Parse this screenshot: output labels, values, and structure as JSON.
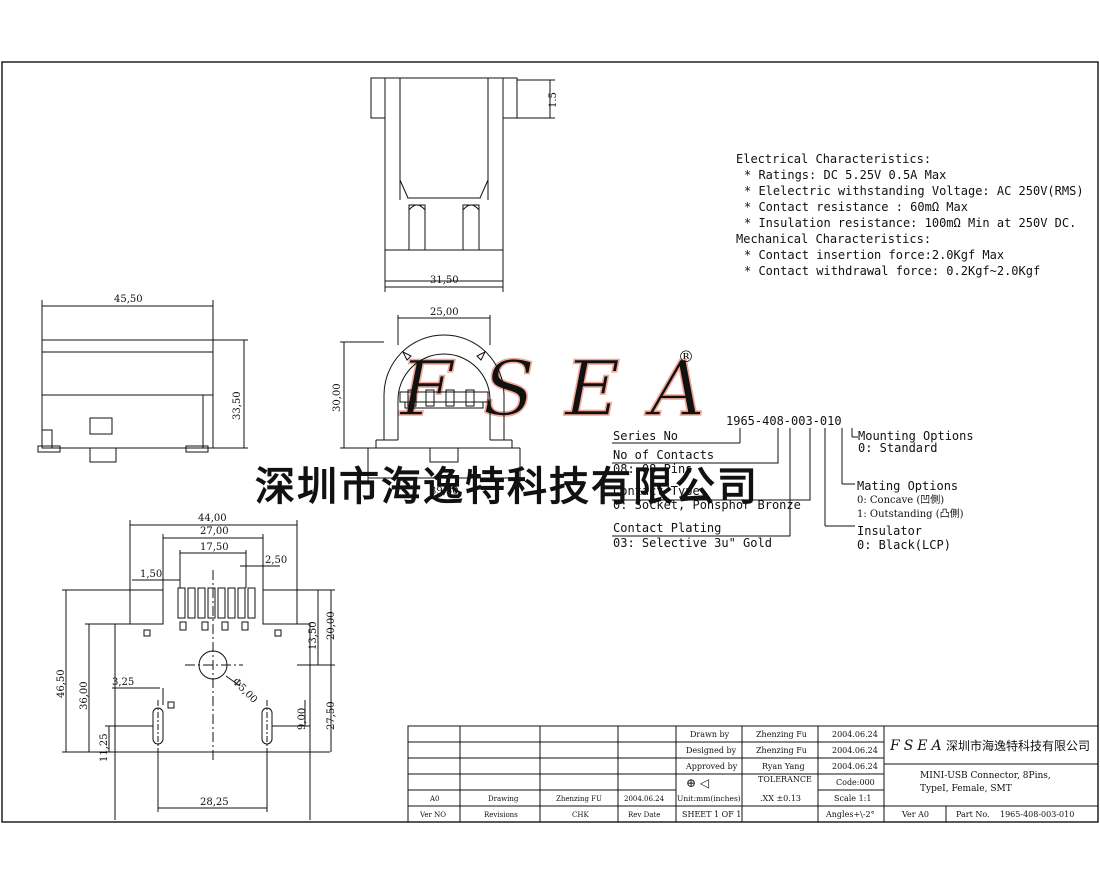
{
  "watermark": {
    "logo": "FSEA",
    "company_cn": "深圳市海逸特科技有限公司",
    "color": "#f4b8a8",
    "cn_color": "#b8cfe6"
  },
  "dimensions": {
    "top_15": "1.5",
    "top_3150": "31,50",
    "side_4550": "45,50",
    "side_3350": "33,50",
    "front_2500": "25,00",
    "front_3000": "30,00",
    "front_3950": "39,50",
    "pcb_4400": "44,00",
    "pcb_2700": "27,00",
    "pcb_1750": "17,50",
    "pcb_250": "2,50",
    "pcb_150": "1,50",
    "pcb_1350": "13,50",
    "pcb_2000": "20,00",
    "pcb_4650": "46,50",
    "pcb_3600": "36,00",
    "pcb_325": "3,25",
    "pcb_phi": "Φ5,00",
    "pcb_900": "9,00",
    "pcb_2750": "27,50",
    "pcb_1125": "11,25",
    "pcb_2825": "28,25"
  },
  "specs": {
    "electrical_title": "Electrical Characteristics:",
    "electrical": [
      "* Ratings: DC 5.25V 0.5A Max",
      "* Elelectric withstanding Voltage: AC 250V(RMS)",
      "* Contact resistance : 60mΩ  Max",
      "* Insulation resistance: 100mΩ  Min at 250V DC."
    ],
    "mechanical_title": "Mechanical Characteristics:",
    "mechanical": [
      "* Contact insertion force:2.0Kgf Max",
      "* Contact withdrawal force: 0.2Kgf~2.0Kgf"
    ]
  },
  "part_code": {
    "code": "1965-408-003-010",
    "series_no": "Series No",
    "contacts_title": "No of Contacts",
    "contacts_val": "08: 08 Pins",
    "contact_type_title": "Contact Type",
    "contact_type_val": "0: Socket, Pohsphor Bronze",
    "plating_title": "Contact Plating",
    "plating_val": "03: Selective 3u\" Gold",
    "mounting_title": "Mounting Options",
    "mounting_val": "0: Standard",
    "mating_title": "Mating Options",
    "mating_0": "0: Concave (凹側)",
    "mating_1": "1: Outstanding (凸側)",
    "insulator_title": "Insulator",
    "insulator_val": "0: Black(LCP)"
  },
  "title_block": {
    "drawn_label": "Drawn   by",
    "drawn_name": "Zhenzing Fu",
    "drawn_date": "2004.06.24",
    "designed_label": "Designed by",
    "designed_name": "Zhenzing Fu",
    "designed_date": "2004.06.24",
    "approved_label": "Approved  by",
    "approved_name": "Ryan Yang",
    "approved_date": "2004.06.24",
    "tolerance": "TOLERANCE",
    "tol_value": ".XX  ±0.13",
    "code": "Code:000",
    "scale": "Scale 1:1",
    "angles": "Angles+\\-2°",
    "unit": "Unit:mm(inches)",
    "sheet": "SHEET 1 OF 1",
    "company_logo": "FSEA",
    "company_cn": "深圳市海逸特科技有限公司",
    "desc_1": "MINI-USB Connector, 8Pins,",
    "desc_2": "TypeI, Female, SMT",
    "ver": "Ver A0",
    "part_no_label": "Part No.",
    "part_no": "1965-408-003-010",
    "rev_ver": "A0",
    "rev_desc": "Drawing",
    "rev_chk": "Zhenzing FU",
    "rev_date": "2004.06.24",
    "hdr_ver": "Ver NO",
    "hdr_rev": "Revisions",
    "hdr_chk": "CHK",
    "hdr_date": "Rev Date"
  }
}
